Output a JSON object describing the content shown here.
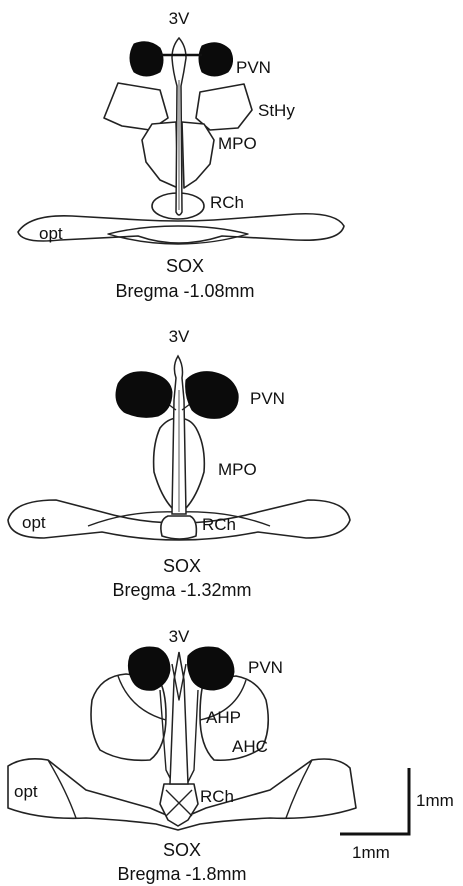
{
  "panels": [
    {
      "bregma_label": "Bregma -1.08mm",
      "labels": {
        "ventricle": "3V",
        "pvn": "PVN",
        "sthy": "StHy",
        "mpo": "MPO",
        "rch": "RCh",
        "opt": "opt",
        "sox": "SOX"
      }
    },
    {
      "bregma_label": "Bregma -1.32mm",
      "labels": {
        "ventricle": "3V",
        "pvn": "PVN",
        "mpo": "MPO",
        "rch": "RCh",
        "opt": "opt",
        "sox": "SOX"
      }
    },
    {
      "bregma_label": "Bregma -1.8mm",
      "labels": {
        "ventricle": "3V",
        "pvn": "PVN",
        "ahp": "AHP",
        "ahc": "AHC",
        "rch": "RCh",
        "opt": "opt",
        "sox": "SOX"
      }
    }
  ],
  "scale_bar": {
    "vertical_label": "1mm",
    "horizontal_label": "1mm"
  },
  "colors": {
    "nucleus_fill": "#0b0b0b",
    "outline": "#222222",
    "background": "#ffffff"
  }
}
